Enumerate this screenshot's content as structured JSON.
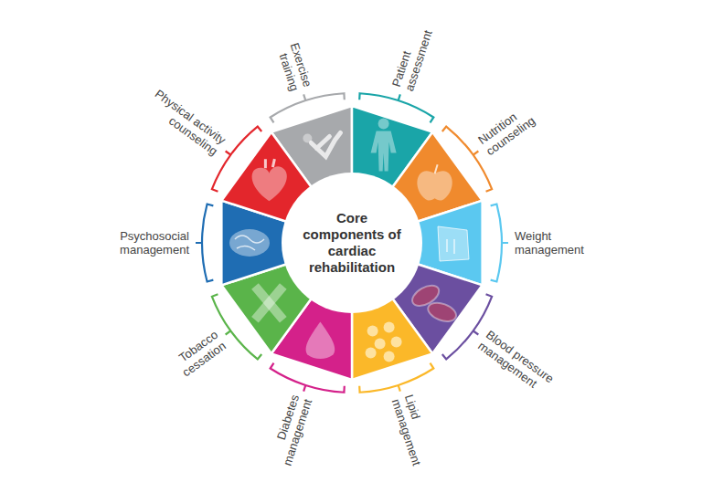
{
  "diagram": {
    "nodes": [
      {
        "text": [
          "Core components of cardiac rehabilitation"
        ]
      }
    ],
    "labels": [
      "Exercise training",
      "Patient assessment",
      "Nutrition counseling",
      "Weight management",
      "Blood pressure management",
      "Lipid management",
      "Diabetes management",
      "Tobacco cessation",
      "Psychosocial management",
      "Physical activity counseling"
    ]
  }
}
